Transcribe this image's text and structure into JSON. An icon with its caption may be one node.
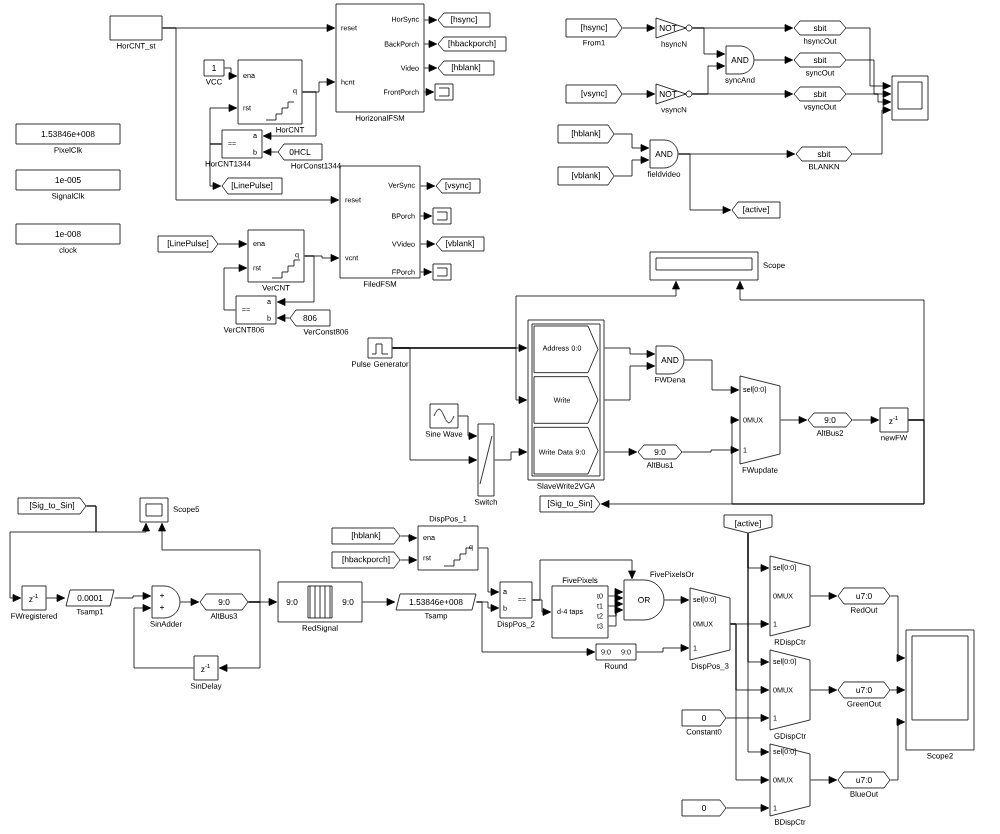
{
  "diagram": {
    "nodes": [
      {
        "text": [],
        "shape": "box",
        "beside": [
          "HorCNT_st"
        ]
      },
      {
        "text": [
          "1.53846e+008"
        ],
        "beside": [
          "PixelClk"
        ]
      },
      {
        "text": [
          "1e-005"
        ],
        "beside": [
          "SignalClk"
        ]
      },
      {
        "text": [
          "1e-008"
        ],
        "beside": [
          "clock"
        ]
      },
      {
        "text": [
          "1"
        ],
        "beside": [
          "VCC"
        ]
      },
      {
        "text": [
          "ena",
          "rst",
          "q"
        ],
        "beside": [
          "HorCNT"
        ]
      },
      {
        "text": [
          "==",
          "a",
          "b"
        ],
        "beside": [
          "HorCNT1344"
        ]
      },
      {
        "text": [
          "0HCL"
        ],
        "beside": [
          "HorConst1344"
        ]
      },
      {
        "text": [
          "[LinePulse]"
        ]
      },
      {
        "text": [
          "reset",
          "hcnt",
          "HorSync",
          "BackPorch",
          "Video",
          "FrontPorch"
        ],
        "beside": [
          "HorizonalFSM"
        ]
      },
      {
        "text": [
          "[hsync]"
        ]
      },
      {
        "text": [
          "[hbackporch]"
        ]
      },
      {
        "text": [
          "[hblank]"
        ]
      },
      {
        "text": [],
        "shape": "box"
      },
      {
        "text": [
          "reset",
          "vcnt",
          "VerSync",
          "BPorch",
          "VVideo",
          "FPorch"
        ],
        "beside": [
          "FiledFSM"
        ]
      },
      {
        "text": [
          "[vsync]"
        ]
      },
      {
        "text": [],
        "shape": "box"
      },
      {
        "text": [
          "[vblank]"
        ]
      },
      {
        "text": [],
        "shape": "box"
      },
      {
        "text": [
          "[LinePulse]"
        ]
      },
      {
        "text": [
          "ena",
          "rst",
          "q"
        ],
        "beside": [
          "VerCNT"
        ]
      },
      {
        "text": [
          "==",
          "a",
          "b"
        ],
        "beside": [
          "VerCNT806"
        ]
      },
      {
        "text": [
          "806"
        ],
        "beside": [
          "VerConst806"
        ]
      },
      {
        "text": [
          "[hsync]"
        ],
        "beside": [
          "From1"
        ]
      },
      {
        "text": [
          "NOT"
        ],
        "beside": [
          "hsyncN"
        ]
      },
      {
        "text": [
          "[vsync]"
        ]
      },
      {
        "text": [
          "NOT"
        ],
        "beside": [
          "vsyncN"
        ]
      },
      {
        "text": [
          "AND"
        ],
        "beside": [
          "syncAnd"
        ]
      },
      {
        "text": [
          "sbit"
        ],
        "beside": [
          "hsyncOut"
        ]
      },
      {
        "text": [
          "sbit"
        ],
        "beside": [
          "syncOut"
        ]
      },
      {
        "text": [
          "sbit"
        ],
        "beside": [
          "vsyncOut"
        ]
      },
      {
        "text": [
          "[hblank]"
        ]
      },
      {
        "text": [
          "[vblank]"
        ]
      },
      {
        "text": [
          "AND"
        ],
        "beside": [
          "fieldvideo"
        ]
      },
      {
        "text": [
          "sbit"
        ],
        "beside": [
          "BLANKN"
        ]
      },
      {
        "text": [
          "[active]"
        ]
      },
      {
        "text": [],
        "shape": "box"
      },
      {
        "text": [],
        "shape": "box",
        "beside": [
          "Scope"
        ]
      },
      {
        "text": [],
        "shape": "box",
        "beside": [
          "Pulse Generator"
        ]
      },
      {
        "text": [
          "Address 0:0",
          "Write",
          "Write Data 9:0"
        ],
        "beside": [
          "SlaveWrite2VGA"
        ]
      },
      {
        "text": [
          "AND"
        ],
        "beside": [
          "FWDena"
        ]
      },
      {
        "text": [
          "sel[0:0]",
          "0MUX",
          "1"
        ],
        "beside": [
          "FWupdate"
        ]
      },
      {
        "text": [
          "9:0"
        ],
        "beside": [
          "AltBus1"
        ]
      },
      {
        "text": [
          "9:0"
        ],
        "beside": [
          "AltBus2"
        ]
      },
      {
        "text": [
          "z$^{-1}$"
        ],
        "beside": [
          "newFW"
        ]
      },
      {
        "text": [],
        "shape": "box",
        "beside": [
          "Sine Wave"
        ]
      },
      {
        "text": [],
        "shape": "box",
        "beside": [
          "Switch"
        ]
      },
      {
        "text": [
          "[Sig_to_Sin]"
        ]
      },
      {
        "text": [
          "[Sig_to_Sin]"
        ]
      },
      {
        "text": [],
        "shape": "box",
        "beside": [
          "Scope5"
        ]
      },
      {
        "text": [
          "z$^{-1}$"
        ],
        "beside": [
          "FWregistered"
        ]
      },
      {
        "text": [
          "0.0001"
        ],
        "beside": [
          "Tsamp1"
        ]
      },
      {
        "text": [
          "+",
          "+"
        ],
        "beside": [
          "SinAdder"
        ]
      },
      {
        "text": [
          "9:0"
        ],
        "beside": [
          "AltBus3"
        ]
      },
      {
        "text": [
          "z$^{-1}$"
        ],
        "beside": [
          "SinDelay"
        ]
      },
      {
        "text": [
          "9:0",
          "9:0"
        ],
        "beside": [
          "RedSignal"
        ]
      },
      {
        "text": [
          "1.53846e+008"
        ],
        "beside": [
          "Tsamp"
        ]
      },
      {
        "text": [
          "[hblank]"
        ]
      },
      {
        "text": [
          "[hbackporch]"
        ]
      },
      {
        "text": [
          "ena",
          "rst",
          "q"
        ],
        "beside": [
          "DispPos_1"
        ]
      },
      {
        "text": [
          "==",
          "a",
          "b"
        ],
        "beside": [
          "DispPos_2"
        ]
      },
      {
        "text": [
          "d-4 taps",
          "t0",
          "t1",
          "t2",
          "t3"
        ],
        "beside": [
          "FivePixels"
        ]
      },
      {
        "text": [
          "OR"
        ],
        "beside": [
          "FivePixelsOr"
        ]
      },
      {
        "text": [
          "9:0",
          "9:0"
        ],
        "beside": [
          "Round"
        ]
      },
      {
        "text": [
          "sel[0:0]",
          "0MUX",
          "1"
        ],
        "beside": [
          "DispPos_3"
        ]
      },
      {
        "text": [
          "[active]"
        ]
      },
      {
        "text": [
          "sel[0:0]",
          "0MUX",
          "1"
        ],
        "beside": [
          "RDispCtr"
        ]
      },
      {
        "text": [
          "u7:0"
        ],
        "beside": [
          "RedOut"
        ]
      },
      {
        "text": [
          "sel[0:0]",
          "0MUX",
          "1"
        ],
        "beside": [
          "GDispCtr"
        ]
      },
      {
        "text": [
          "u7:0"
        ],
        "beside": [
          "GreenOut"
        ]
      },
      {
        "text": [
          "0"
        ],
        "beside": [
          "Constant0"
        ]
      },
      {
        "text": [
          "sel[0:0]",
          "0MUX",
          "1"
        ],
        "beside": [
          "BDispCtr"
        ]
      },
      {
        "text": [
          "u7:0"
        ],
        "beside": [
          "BlueOut"
        ]
      },
      {
        "text": [
          "0"
        ]
      },
      {
        "text": [],
        "shape": "box",
        "beside": [
          "Scope2"
        ]
      }
    ],
    "edges": [
      {
        "from": 0,
        "to": 9,
        "arrow": "to"
      },
      {
        "from": 0,
        "to": 14,
        "arrow": "to"
      },
      {
        "from": 4,
        "to": 5,
        "arrow": "to"
      },
      {
        "from": 5,
        "to": 9,
        "arrow": "to"
      },
      {
        "from": 5,
        "to": 6,
        "arrow": "to"
      },
      {
        "from": 7,
        "to": 6,
        "arrow": "to"
      },
      {
        "from": 6,
        "to": 5,
        "arrow": "to"
      },
      {
        "from": 6,
        "to": 8,
        "arrow": "to"
      },
      {
        "from": 9,
        "to": 10,
        "arrow": "to"
      },
      {
        "from": 9,
        "to": 11,
        "arrow": "to"
      },
      {
        "from": 9,
        "to": 12,
        "arrow": "to"
      },
      {
        "from": 9,
        "to": 13,
        "arrow": "to"
      },
      {
        "from": 19,
        "to": 20,
        "arrow": "to"
      },
      {
        "from": 20,
        "to": 14,
        "arrow": "to"
      },
      {
        "from": 20,
        "to": 21,
        "arrow": "to"
      },
      {
        "from": 22,
        "to": 21,
        "arrow": "to"
      },
      {
        "from": 21,
        "to": 20,
        "arrow": "to"
      },
      {
        "from": 14,
        "to": 15,
        "arrow": "to"
      },
      {
        "from": 14,
        "to": 16,
        "arrow": "to"
      },
      {
        "from": 14,
        "to": 17,
        "arrow": "to"
      },
      {
        "from": 14,
        "to": 18,
        "arrow": "to"
      },
      {
        "from": 23,
        "to": 24,
        "arrow": "to"
      },
      {
        "from": 25,
        "to": 26,
        "arrow": "to"
      },
      {
        "from": 24,
        "to": 27,
        "arrow": "to"
      },
      {
        "from": 26,
        "to": 27,
        "arrow": "to"
      },
      {
        "from": 24,
        "to": 28,
        "arrow": "to"
      },
      {
        "from": 27,
        "to": 29,
        "arrow": "to"
      },
      {
        "from": 26,
        "to": 30,
        "arrow": "to"
      },
      {
        "from": 31,
        "to": 33,
        "arrow": "to"
      },
      {
        "from": 32,
        "to": 33,
        "arrow": "to"
      },
      {
        "from": 33,
        "to": 34,
        "arrow": "to"
      },
      {
        "from": 33,
        "to": 35,
        "arrow": "to"
      },
      {
        "from": 28,
        "to": 36,
        "arrow": "to"
      },
      {
        "from": 29,
        "to": 36,
        "arrow": "to"
      },
      {
        "from": 30,
        "to": 36,
        "arrow": "to"
      },
      {
        "from": 34,
        "to": 36,
        "arrow": "to"
      },
      {
        "from": 38,
        "to": 39,
        "arrow": "to"
      },
      {
        "from": 38,
        "to": 39,
        "arrow": "to"
      },
      {
        "from": 38,
        "to": 46,
        "arrow": "to"
      },
      {
        "from": 45,
        "to": 46,
        "arrow": "to"
      },
      {
        "from": 46,
        "to": 39,
        "arrow": "to"
      },
      {
        "from": 39,
        "to": 40,
        "arrow": "to"
      },
      {
        "from": 39,
        "to": 40,
        "arrow": "to"
      },
      {
        "from": 39,
        "to": 42,
        "arrow": "to"
      },
      {
        "from": 40,
        "to": 41,
        "arrow": "to"
      },
      {
        "from": 42,
        "to": 41,
        "arrow": "to"
      },
      {
        "from": 41,
        "to": 43,
        "arrow": "to"
      },
      {
        "from": 43,
        "to": 44,
        "arrow": "to"
      },
      {
        "from": 44,
        "to": 41,
        "arrow": "to"
      },
      {
        "from": 44,
        "to": 47,
        "arrow": "to"
      },
      {
        "from": 38,
        "to": 37,
        "arrow": "to"
      },
      {
        "from": 44,
        "to": 37,
        "arrow": "to"
      },
      {
        "from": 48,
        "to": 50,
        "arrow": "to"
      },
      {
        "from": 48,
        "to": 49,
        "arrow": "to"
      },
      {
        "from": 50,
        "to": 51,
        "arrow": "to"
      },
      {
        "from": 51,
        "to": 52,
        "arrow": "to"
      },
      {
        "from": 52,
        "to": 53,
        "arrow": "to"
      },
      {
        "from": 53,
        "to": 55,
        "arrow": "to"
      },
      {
        "from": 53,
        "to": 54,
        "arrow": "to"
      },
      {
        "from": 54,
        "to": 52,
        "arrow": "to"
      },
      {
        "from": 53,
        "to": 49,
        "arrow": "to"
      },
      {
        "from": 55,
        "to": 56,
        "arrow": "to"
      },
      {
        "from": 56,
        "to": 60,
        "arrow": "to"
      },
      {
        "from": 57,
        "to": 59,
        "arrow": "to"
      },
      {
        "from": 58,
        "to": 59,
        "arrow": "to"
      },
      {
        "from": 59,
        "to": 60,
        "arrow": "to"
      },
      {
        "from": 60,
        "to": 61,
        "arrow": "to"
      },
      {
        "from": 60,
        "to": 62,
        "arrow": "to"
      },
      {
        "from": 61,
        "to": 62,
        "arrow": "to"
      },
      {
        "from": 61,
        "to": 62,
        "arrow": "to"
      },
      {
        "from": 61,
        "to": 62,
        "arrow": "to"
      },
      {
        "from": 61,
        "to": 62,
        "arrow": "to"
      },
      {
        "from": 62,
        "to": 64,
        "arrow": "to"
      },
      {
        "from": 56,
        "to": 63,
        "arrow": "to"
      },
      {
        "from": 63,
        "to": 64,
        "arrow": "to"
      },
      {
        "from": 64,
        "to": 66,
        "arrow": "to"
      },
      {
        "from": 65,
        "to": 66,
        "arrow": "to"
      },
      {
        "from": 65,
        "to": 68,
        "arrow": "to"
      },
      {
        "from": 65,
        "to": 71,
        "arrow": "to"
      },
      {
        "from": 64,
        "to": 68,
        "arrow": "to"
      },
      {
        "from": 64,
        "to": 71,
        "arrow": "to"
      },
      {
        "from": 70,
        "to": 68,
        "arrow": "to"
      },
      {
        "from": 73,
        "to": 71,
        "arrow": "to"
      },
      {
        "from": 66,
        "to": 67,
        "arrow": "to"
      },
      {
        "from": 68,
        "to": 69,
        "arrow": "to"
      },
      {
        "from": 71,
        "to": 72,
        "arrow": "to"
      },
      {
        "from": 67,
        "to": 74,
        "arrow": "to"
      },
      {
        "from": 69,
        "to": 74,
        "arrow": "to"
      },
      {
        "from": 72,
        "to": 74,
        "arrow": "to"
      }
    ]
  }
}
